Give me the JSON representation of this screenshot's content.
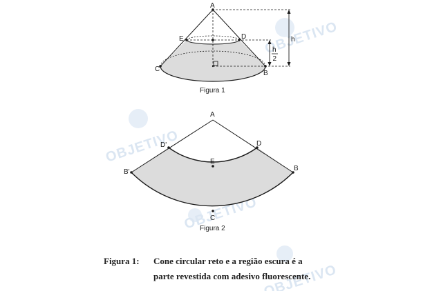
{
  "watermark": "OBJETIVO",
  "colors": {
    "shade": "#dcdcdc",
    "line": "#1a1a1a",
    "watermark": "#dbe6f2"
  },
  "figure1": {
    "points": {
      "A": "A",
      "B": "B",
      "C": "C",
      "D": "D",
      "E": "E"
    },
    "dim_h": "h",
    "dim_half_num": "h",
    "dim_half_den": "2",
    "caption": "Figura 1"
  },
  "figure2": {
    "points": {
      "A": "A",
      "B": "B",
      "B2": "B'",
      "C": "C",
      "D": "D",
      "D2": "D'",
      "E": "E"
    },
    "caption": "Figura 2"
  },
  "caption": {
    "label": "Figura 1:",
    "line1": "Cone circular reto e a região escura é a",
    "line2": "parte revestida com adesivo fluorescente."
  }
}
